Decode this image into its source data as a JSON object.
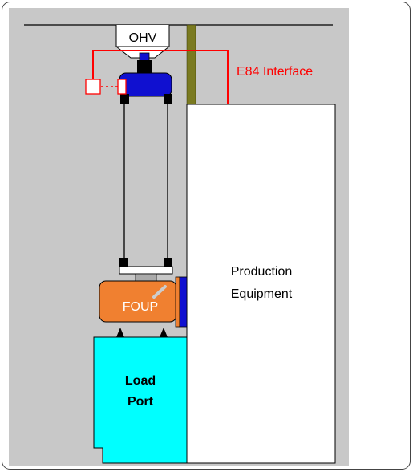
{
  "labels": {
    "ohv": "OHV",
    "e84_interface": "E84 Interface",
    "production_line1": "Production",
    "production_line2": "Equipment",
    "foup": "FOUP",
    "load_port_line1": "Load",
    "load_port_line2": "Port"
  },
  "colors": {
    "background_panel": "#c8c8c8",
    "frame_border": "#444444",
    "e84_signal": "#ff0000",
    "vehicle_blue": "#1010d0",
    "foup_orange": "#f08030",
    "load_port_cyan": "#00ffff",
    "post_olive": "#7a7a20"
  },
  "icons": [
    "ohv-vehicle-icon",
    "foup-icon",
    "sensor-box-icon"
  ]
}
